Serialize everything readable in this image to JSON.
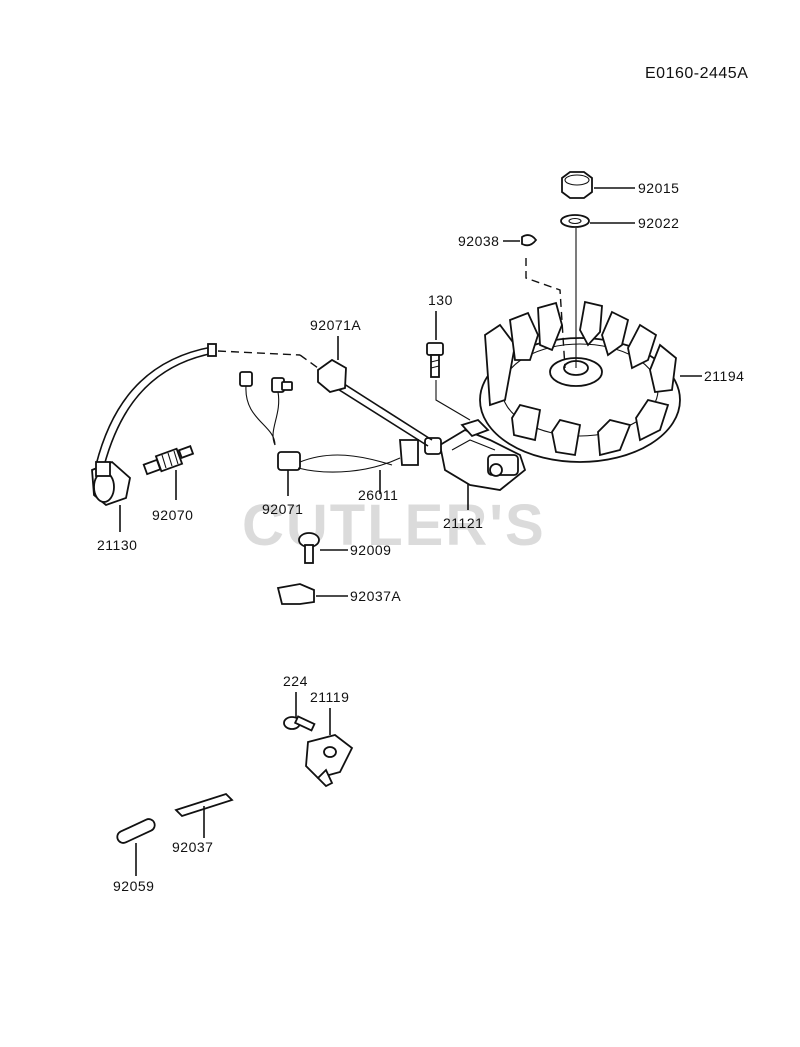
{
  "diagram_code": "E0160-2445A",
  "watermark": "CUTLER'S",
  "parts": {
    "p92015": "92015",
    "p92022": "92022",
    "p92038": "92038",
    "p130": "130",
    "p92071A": "92071A",
    "p21194": "21194",
    "p92071": "92071",
    "p26011": "26011",
    "p21121": "21121",
    "p92070": "92070",
    "p21130": "21130",
    "p92009": "92009",
    "p92037A": "92037A",
    "p224": "224",
    "p21119": "21119",
    "p92037": "92037",
    "p92059": "92059"
  }
}
